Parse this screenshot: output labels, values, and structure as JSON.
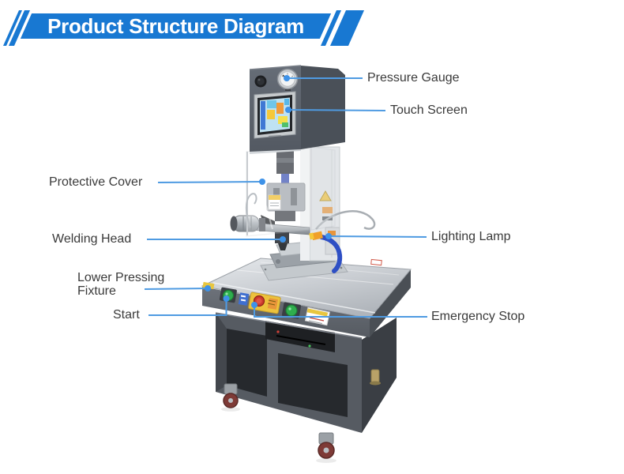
{
  "header": {
    "title": "Product Structure Diagram"
  },
  "colors": {
    "banner_blue": "#1878d2",
    "leader_line_blue": "#4f9be2",
    "leader_dot_blue": "#3e92e8",
    "label_text": "#3a3a3a"
  },
  "labels": {
    "pressure_gauge": "Pressure Gauge",
    "touch_screen": "Touch Screen",
    "protective_cover": "Protective Cover",
    "welding_head": "Welding Head",
    "lighting_lamp": "Lighting Lamp",
    "lower_pressing_fixture": "Lower Pressing\nFixture",
    "start": "Start",
    "emergency_stop": "Emergency Stop"
  }
}
